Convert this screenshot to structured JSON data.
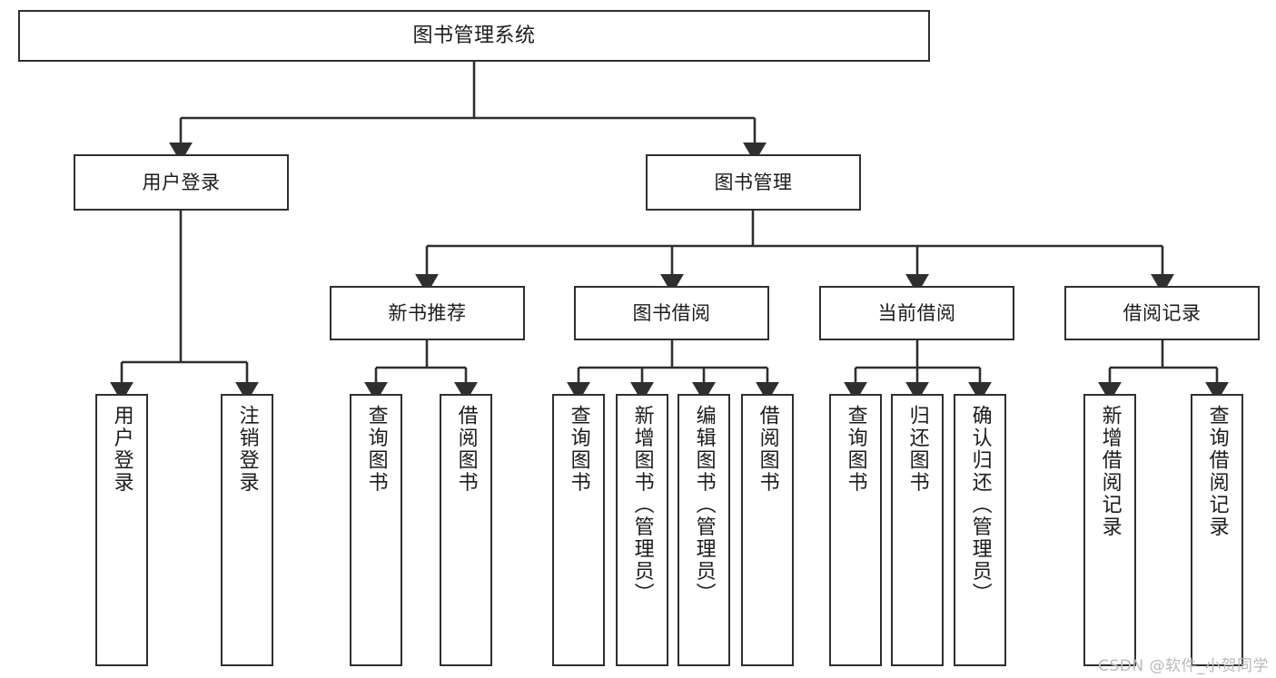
{
  "diagram": {
    "type": "tree-hierarchy",
    "title": "图书管理系统",
    "orientation": "top-down",
    "colors": {
      "box_border": "#2f2f2f",
      "box_fill": "#ffffff",
      "connector": "#2f2f2f",
      "background": "#ffffff",
      "watermark": "#b9b9b9"
    },
    "nodes": {
      "root": {
        "label": "图书管理系统"
      },
      "level2": [
        {
          "id": "user-login",
          "label": "用户登录"
        },
        {
          "id": "book-management",
          "label": "图书管理"
        }
      ],
      "level3": [
        {
          "id": "new-book-recommend",
          "label": "新书推荐"
        },
        {
          "id": "book-borrow",
          "label": "图书借阅"
        },
        {
          "id": "current-borrow",
          "label": "当前借阅"
        },
        {
          "id": "borrow-record",
          "label": "借阅记录"
        }
      ],
      "leaves": {
        "user_login": [
          {
            "id": "leaf-user-login",
            "label": "用户登录"
          },
          {
            "id": "leaf-logout-login",
            "label": "注销登录"
          }
        ],
        "new_book_recommend": [
          {
            "id": "leaf-query-book-1",
            "label": "查询图书"
          },
          {
            "id": "leaf-borrow-book-1",
            "label": "借阅图书"
          }
        ],
        "book_borrow": [
          {
            "id": "leaf-query-book-2",
            "label": "查询图书"
          },
          {
            "id": "leaf-add-book",
            "label": "新增图书（管理员）"
          },
          {
            "id": "leaf-edit-book",
            "label": "编辑图书（管理员）"
          },
          {
            "id": "leaf-borrow-book-2",
            "label": "借阅图书"
          }
        ],
        "current_borrow": [
          {
            "id": "leaf-query-book-3",
            "label": "查询图书"
          },
          {
            "id": "leaf-return-book",
            "label": "归还图书"
          },
          {
            "id": "leaf-confirm-return",
            "label": "确认归还（管理员）"
          }
        ],
        "borrow_record": [
          {
            "id": "leaf-add-record",
            "label": "新增借阅记录"
          },
          {
            "id": "leaf-query-record",
            "label": "查询借阅记录"
          }
        ]
      }
    },
    "watermark": "CSDN @软件_小贺同学"
  }
}
